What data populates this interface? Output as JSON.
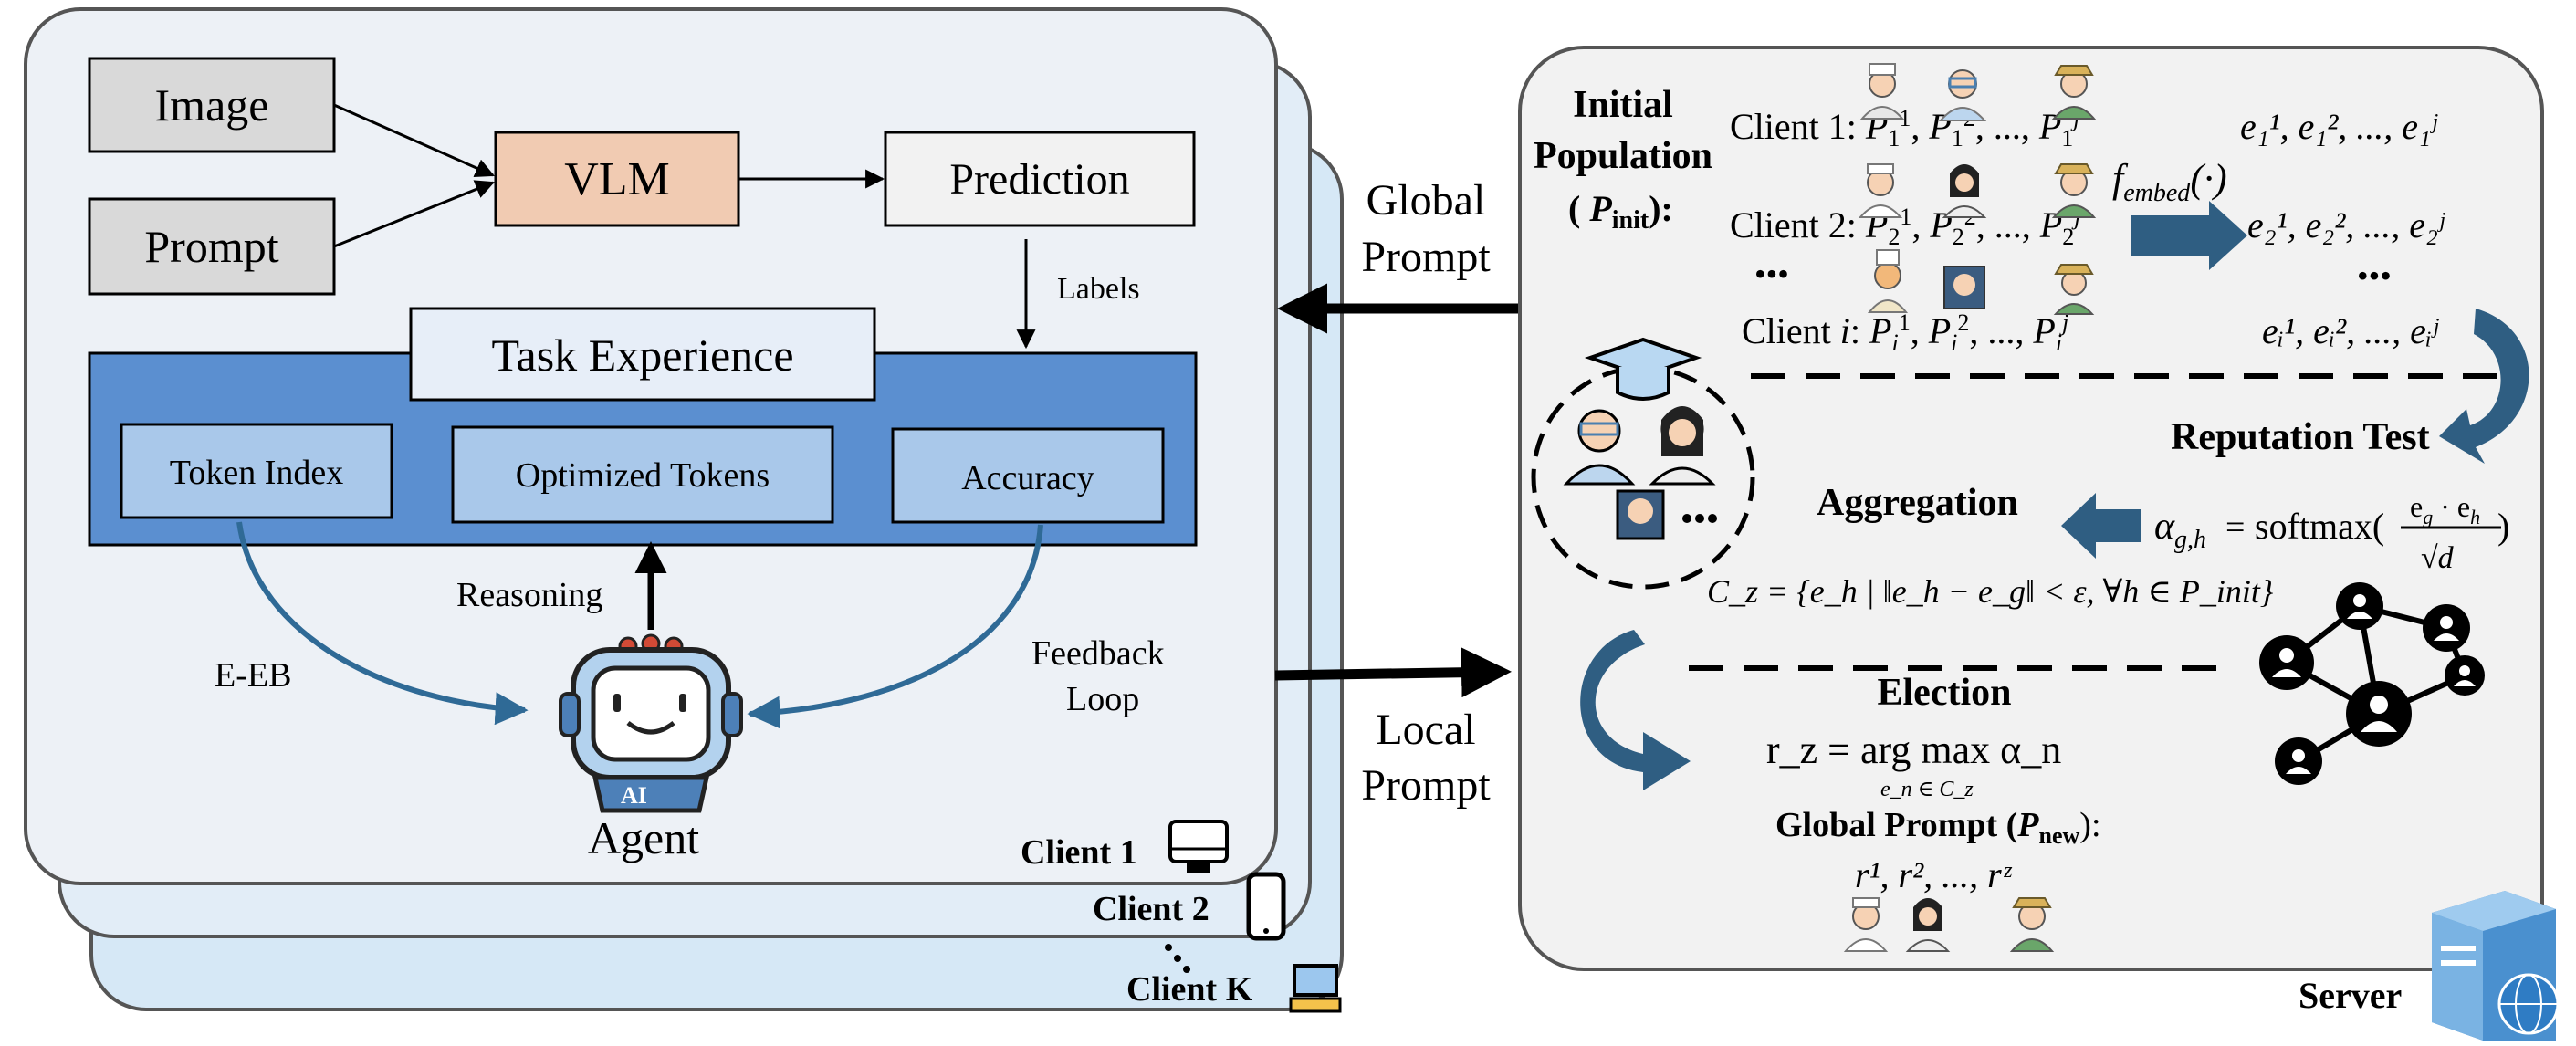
{
  "left": {
    "image_label": "Image",
    "prompt_label": "Prompt",
    "vlm_label": "VLM",
    "prediction_label": "Prediction",
    "labels_text": "Labels",
    "task_experience_label": "Task Experience",
    "token_index_label": "Token Index",
    "optimized_tokens_label": "Optimized Tokens",
    "accuracy_label": "Accuracy",
    "reasoning_label": "Reasoning",
    "eeb_label": "E-EB",
    "feedback_label": "Feedback",
    "loop_label": "Loop",
    "agent_label": "Agent",
    "agent_badge": "AI",
    "clients": [
      "Client 1",
      "Client 2",
      "Client K"
    ]
  },
  "middle": {
    "global_prompt": [
      "Global",
      "Prompt"
    ],
    "local_prompt": [
      "Local",
      "Prompt"
    ]
  },
  "right": {
    "initial_population": [
      "Initial",
      "Population"
    ],
    "p_init_open": "( ",
    "p_init_P": "P",
    "p_init_sub": "init",
    "p_init_close": "):",
    "client_rows": [
      {
        "prefix": "Client 1: ",
        "sub": "1",
        "emb": "e₁¹,  e₁²,  ...,  e₁ʲ"
      },
      {
        "prefix": "Client 2: ",
        "sub": "2",
        "emb": "e₂¹,  e₂²,  ...,  e₂ʲ"
      },
      {
        "prefix": "Client ",
        "sub": "i",
        "emb": "eᵢ¹,  eᵢ²,  ...,  eᵢʲ"
      }
    ],
    "dots": "•••",
    "f_embed": "f",
    "f_embed_sub": "embed",
    "f_embed_arg": "(·)",
    "reputation_test": "Reputation Test",
    "aggregation": "Aggregation",
    "softmax_formula": "softmax(",
    "cluster_formula": "C_z = {e_h | ‖e_h − e_g‖ < ε, ∀h ∈ P_init}",
    "election": "Election",
    "argmax": "r_z = arg max α_n",
    "argmax_sub": "e_n ∈ C_z",
    "global_prompt_new": "Global Prompt (",
    "global_prompt_new_P": "P",
    "global_prompt_new_sub": "new",
    "global_prompt_new_close": "):",
    "r_list": "r¹,  r²,  ...,  rᶻ",
    "server_label": "Server"
  },
  "colors": {
    "client_layer_back": "#d6e8f6",
    "client_layer_front": "#edf1f6",
    "vlm_fill": "#f1cbb2",
    "te_fill": "#5b8fd0",
    "inner_box": "#a9c8ea",
    "arrow_blue": "#2f5e82",
    "server_panel": "#f2f2f2"
  }
}
